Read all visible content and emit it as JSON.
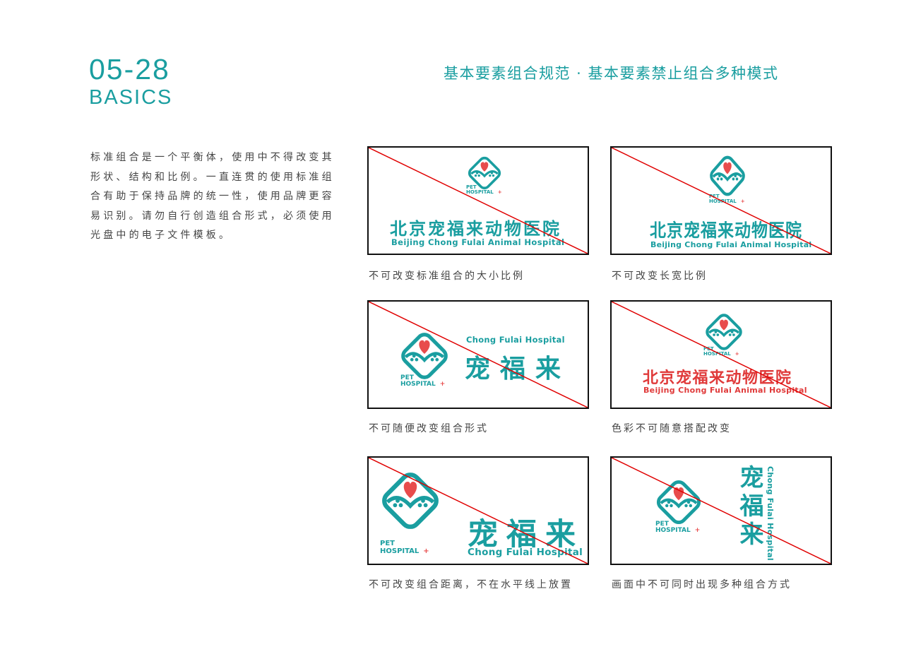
{
  "header": {
    "page_number": "05-28",
    "section_en": "BASICS",
    "title": "基本要素组合规范 · 基本要素禁止组合多种模式"
  },
  "intro": {
    "text": "标准组合是一个平衡体，使用中不得改变其形状、结构和比例。一直连贯的使用标准组合有助于保持品牌的统一性，使用品牌更容易识别。请勿自行创造组合形式，必须使用光盘中的电子文件模板。"
  },
  "brand": {
    "cn_full": "北京宠福来动物医院",
    "en_full": "Beijing Chong Fulai Animal Hospital",
    "cn_short": "宠福来",
    "en_short": "Chong Fulai Hospital",
    "pet": "PET",
    "hospital": "HOSPITAL",
    "plus": "+",
    "logo_icon": "dog-face-heart-icon"
  },
  "colors": {
    "brand_teal": "#1a9ea0",
    "heart_red": "#e84c4c",
    "wrong_red": "#e03a3a",
    "slash_red": "#e00000",
    "frame_border": "#111111",
    "caption_gray": "#444444"
  },
  "examples": [
    {
      "caption": "不可改变标准组合的大小比例"
    },
    {
      "caption": "不可改变长宽比例"
    },
    {
      "caption": "不可随便改变组合形式"
    },
    {
      "caption": "色彩不可随意搭配改变"
    },
    {
      "caption": "不可改变组合距离，不在水平线上放置"
    },
    {
      "caption": "画面中不可同时出现多种组合方式"
    }
  ]
}
